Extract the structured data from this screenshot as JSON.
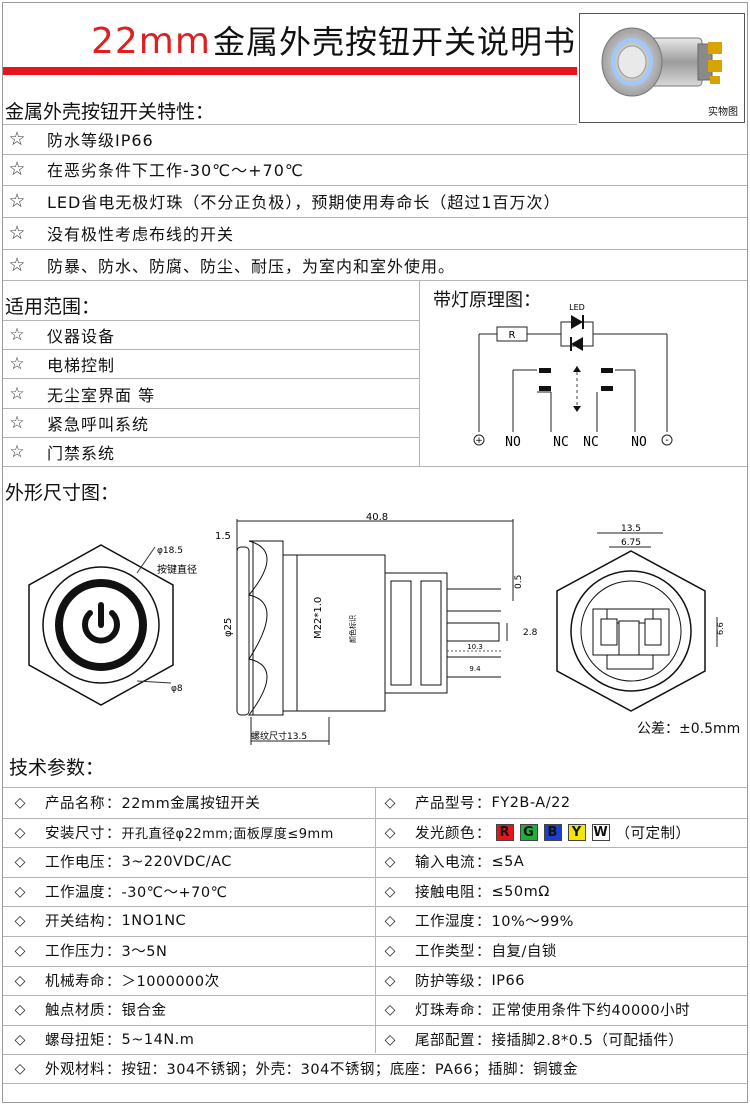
{
  "header": {
    "title_red": "22mm",
    "title_black": "金属外壳按钮开关说明书",
    "photo_label": "实物图"
  },
  "features": {
    "title": "金属外壳按钮开关特性：",
    "items": [
      "防水等级IP66",
      "在恶劣条件下工作-30℃～+70℃",
      "LED省电无极灯珠（不分正负极），预期使用寿命长（超过1百万次）",
      "没有极性考虑布线的开关",
      "防暴、防水、防腐、防尘、耐压，为室内和室外使用。"
    ]
  },
  "applications": {
    "title": "适用范围：",
    "items": [
      "仪器设备",
      "电梯控制",
      "无尘室界面 等",
      "紧急呼叫系统",
      "门禁系统"
    ]
  },
  "circuit": {
    "title": "带灯原理图：",
    "resistor": "R",
    "led": "LED",
    "terminals": [
      "NO",
      "NC",
      "NC",
      "NO"
    ],
    "plus": "+",
    "minus": "-"
  },
  "dimensions": {
    "title": "外形尺寸图：",
    "front": {
      "d1": "φ18.5",
      "d1_label": "按键直径",
      "d2": "φ8"
    },
    "side": {
      "top_total": "40.8",
      "left_top": "1.5",
      "diameter": "φ25",
      "thread": "M22*1.0",
      "brand": "颜色标识",
      "pin_thick": "0.5",
      "pin_width": "2.8",
      "len1": "10.3",
      "len2": "9.4",
      "bottom_label": "螺纹尺寸13.5"
    },
    "back": {
      "w1": "13.5",
      "w2": "6.75",
      "h": "6.6"
    },
    "tolerance": "公差：±0.5mm"
  },
  "specs": {
    "title": "技术参数：",
    "rows": [
      [
        {
          "label": "产品名称",
          "value": "22mm金属按钮开关"
        },
        {
          "label": "产品型号",
          "value": "FY2B-A/22"
        }
      ],
      [
        {
          "label": "安装尺寸",
          "value": "开孔直径φ22mm;面板厚度≤9mm"
        },
        {
          "label": "发光颜色",
          "value": "（可定制）"
        }
      ],
      [
        {
          "label": "工作电压",
          "value": "3~220VDC/AC"
        },
        {
          "label": "输入电流",
          "value": "≤5A"
        }
      ],
      [
        {
          "label": "工作温度",
          "value": "-30℃～+70℃"
        },
        {
          "label": "接触电阻",
          "value": "≤50mΩ"
        }
      ],
      [
        {
          "label": "开关结构",
          "value": "1NO1NC"
        },
        {
          "label": "工作湿度",
          "value": "10%～99%"
        }
      ],
      [
        {
          "label": "工作压力",
          "value": "3～5N"
        },
        {
          "label": "工作类型",
          "value": "自复/自锁"
        }
      ],
      [
        {
          "label": "机械寿命",
          "value": "＞1000000次"
        },
        {
          "label": "防护等级",
          "value": "IP66"
        }
      ],
      [
        {
          "label": "触点材质",
          "value": "银合金"
        },
        {
          "label": "灯珠寿命",
          "value": "正常使用条件下约40000小时"
        }
      ],
      [
        {
          "label": "螺母扭矩",
          "value": "5~14N.m"
        },
        {
          "label": "尾部配置",
          "value": "接插脚2.8*0.5（可配插件）"
        }
      ]
    ],
    "material": {
      "label": "外观材料",
      "value": "按钮：304不锈钢；外壳：304不锈钢；底座：PA66；插脚：铜镀金"
    },
    "colors": [
      {
        "letter": "R",
        "bg": "#e8141b",
        "fg": "#111111"
      },
      {
        "letter": "G",
        "bg": "#1fae3a",
        "fg": "#111111"
      },
      {
        "letter": "B",
        "bg": "#1a3fd1",
        "fg": "#111111"
      },
      {
        "letter": "Y",
        "bg": "#f5e600",
        "fg": "#111111"
      },
      {
        "letter": "W",
        "bg": "#ffffff",
        "fg": "#111111"
      }
    ]
  }
}
